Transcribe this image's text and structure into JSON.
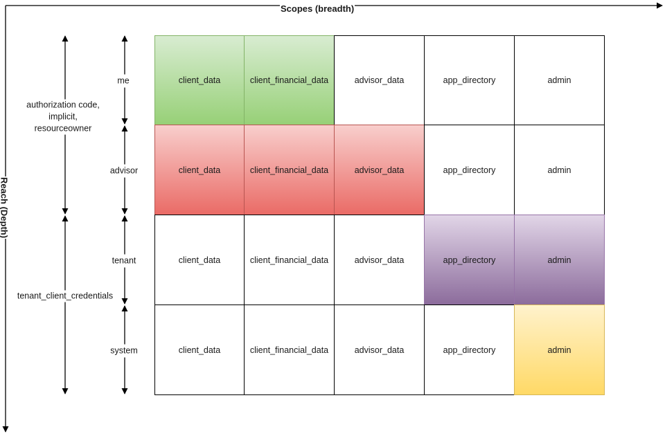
{
  "axes": {
    "x_title": "Scopes (breadth)",
    "y_title": "Reach (Depth)"
  },
  "reach_levels": [
    "me",
    "advisor",
    "tenant",
    "system"
  ],
  "grant_types": {
    "user_grants": [
      "authorization code,",
      "implicit,",
      "resourceowner"
    ],
    "client_grant": "tenant_client_credentials"
  },
  "scopes": [
    "client_data",
    "client_financial_data",
    "advisor_data",
    "app_directory",
    "admin"
  ],
  "rows": [
    {
      "level": "me",
      "cells": [
        {
          "label": "client_data",
          "highlight": "green"
        },
        {
          "label": "client_financial_data",
          "highlight": "green"
        },
        {
          "label": "advisor_data",
          "highlight": "none"
        },
        {
          "label": "app_directory",
          "highlight": "none"
        },
        {
          "label": "admin",
          "highlight": "none"
        }
      ]
    },
    {
      "level": "advisor",
      "cells": [
        {
          "label": "client_data",
          "highlight": "red"
        },
        {
          "label": "client_financial_data",
          "highlight": "red"
        },
        {
          "label": "advisor_data",
          "highlight": "red"
        },
        {
          "label": "app_directory",
          "highlight": "none"
        },
        {
          "label": "admin",
          "highlight": "none"
        }
      ]
    },
    {
      "level": "tenant",
      "cells": [
        {
          "label": "client_data",
          "highlight": "none"
        },
        {
          "label": "client_financial_data",
          "highlight": "none"
        },
        {
          "label": "advisor_data",
          "highlight": "none"
        },
        {
          "label": "app_directory",
          "highlight": "purple"
        },
        {
          "label": "admin",
          "highlight": "purple"
        }
      ]
    },
    {
      "level": "system",
      "cells": [
        {
          "label": "client_data",
          "highlight": "none"
        },
        {
          "label": "client_financial_data",
          "highlight": "none"
        },
        {
          "label": "advisor_data",
          "highlight": "none"
        },
        {
          "label": "app_directory",
          "highlight": "none"
        },
        {
          "label": "admin",
          "highlight": "yellow"
        }
      ]
    }
  ],
  "colors": {
    "green": "#97d077",
    "red": "#ea6b66",
    "purple": "#8c6c9c",
    "yellow": "#ffd966",
    "line": "#000000"
  }
}
